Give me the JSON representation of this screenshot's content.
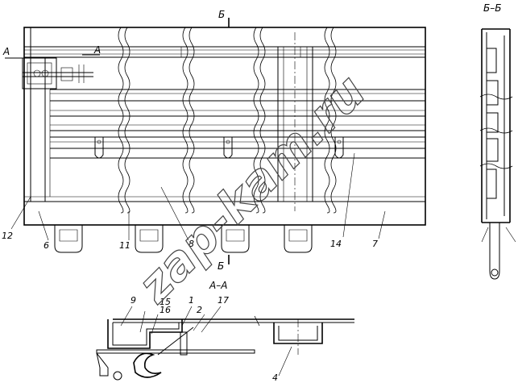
{
  "section_labels": {
    "top_cut": "Б",
    "bottom_cut": "Б",
    "right_view": "Б–Б",
    "left_cut_1": "А",
    "left_cut_2": "А",
    "detail_view": "А–А"
  },
  "callouts": [
    {
      "id": "12",
      "text": "12"
    },
    {
      "id": "6",
      "text": "6"
    },
    {
      "id": "11",
      "text": "11"
    },
    {
      "id": "8",
      "text": "8"
    },
    {
      "id": "14",
      "text": "14"
    },
    {
      "id": "7",
      "text": "7"
    },
    {
      "id": "9",
      "text": "9"
    },
    {
      "id": "15",
      "text": "15"
    },
    {
      "id": "16",
      "text": "16"
    },
    {
      "id": "1",
      "text": "1"
    },
    {
      "id": "2",
      "text": "2"
    },
    {
      "id": "17",
      "text": "17"
    },
    {
      "id": "4",
      "text": "4"
    }
  ],
  "watermark": "zap-kam.ru"
}
